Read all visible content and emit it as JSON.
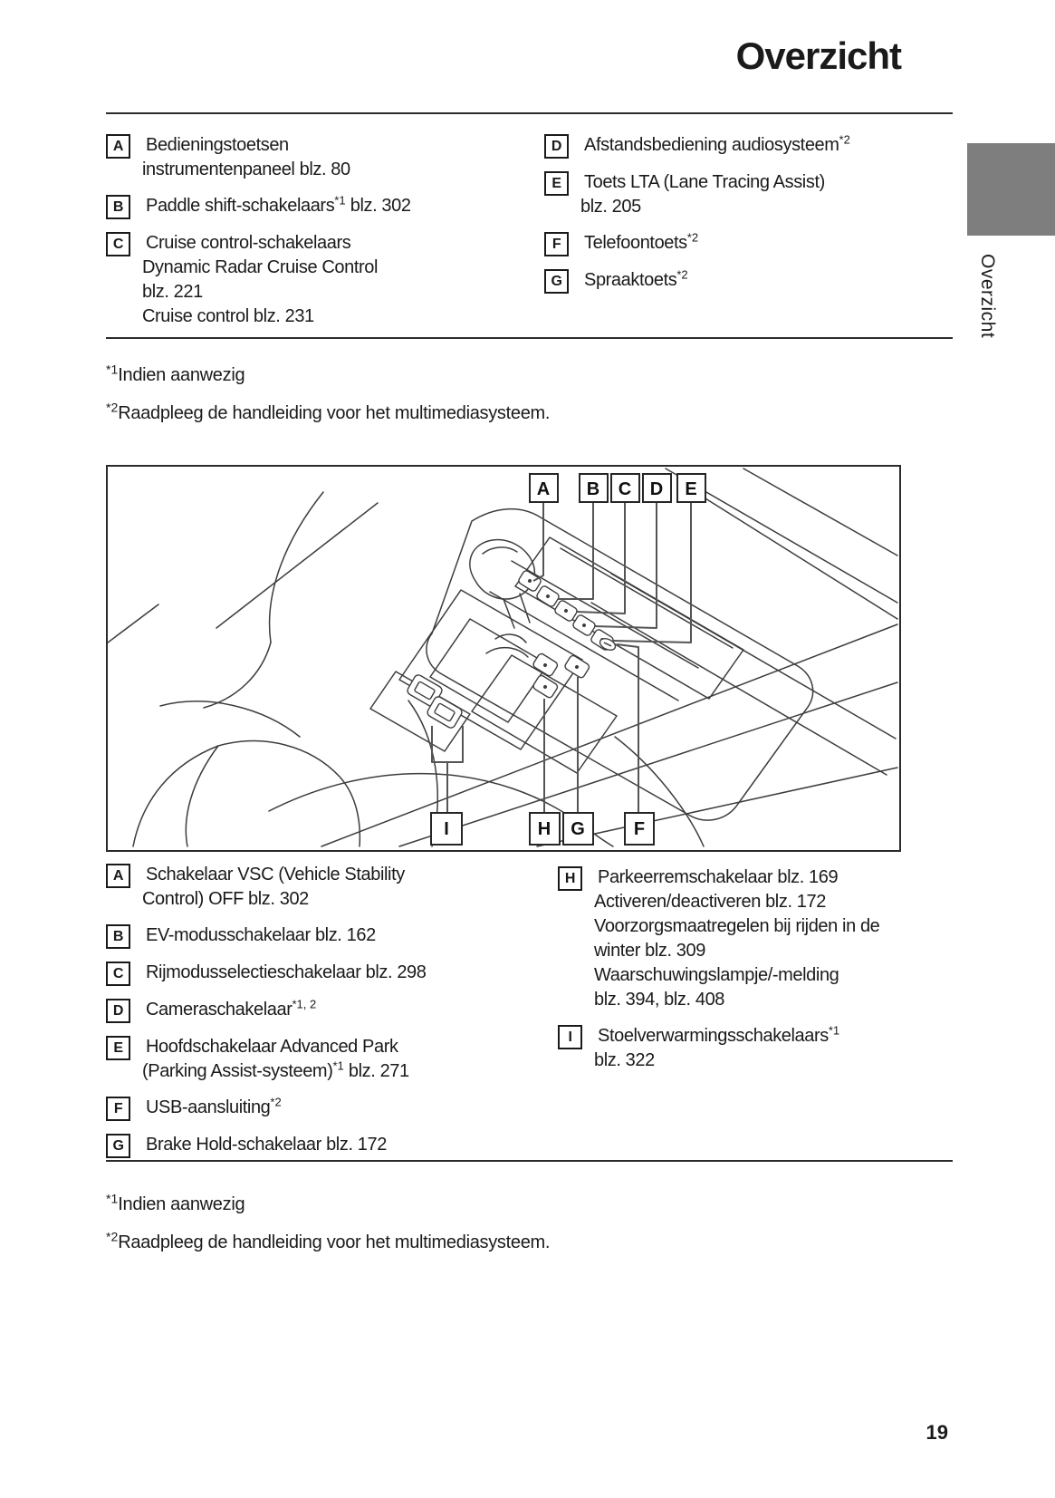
{
  "header": {
    "title": "Overzicht"
  },
  "sidebar": {
    "label": "Overzicht",
    "block_color": "#7e7e7e"
  },
  "footer": {
    "page_number": "19"
  },
  "legend_top": {
    "left": [
      {
        "key": "A",
        "lines": [
          [
            {
              "t": "Bedieningstoetsen"
            }
          ],
          [
            {
              "t": "instrumentenpaneel blz. 80"
            }
          ]
        ]
      },
      {
        "key": "B",
        "lines": [
          [
            {
              "t": "Paddle shift-schakelaars"
            },
            {
              "sup": "*1"
            },
            {
              "t": " blz. 302"
            }
          ]
        ]
      },
      {
        "key": "C",
        "lines": [
          [
            {
              "t": "Cruise control-schakelaars"
            }
          ],
          [
            {
              "t": "Dynamic Radar Cruise Control"
            }
          ],
          [
            {
              "t": "blz. 221"
            }
          ],
          [
            {
              "t": "Cruise control blz. 231"
            }
          ]
        ]
      }
    ],
    "right": [
      {
        "key": "D",
        "lines": [
          [
            {
              "t": "Afstandsbediening audiosysteem"
            },
            {
              "sup": "*2"
            }
          ]
        ]
      },
      {
        "key": "E",
        "lines": [
          [
            {
              "t": "Toets LTA (Lane Tracing Assist)"
            }
          ],
          [
            {
              "t": "blz. 205"
            }
          ]
        ]
      },
      {
        "key": "F",
        "lines": [
          [
            {
              "t": "Telefoontoets"
            },
            {
              "sup": "*2"
            }
          ]
        ]
      },
      {
        "key": "G",
        "lines": [
          [
            {
              "t": "Spraaktoets"
            },
            {
              "sup": "*2"
            }
          ]
        ]
      }
    ]
  },
  "footnotes_top": [
    [
      {
        "sup": "*1"
      },
      {
        "t": "Indien aanwezig"
      }
    ],
    [
      {
        "sup": "*2"
      },
      {
        "t": "Raadpleeg de handleiding voor het multimediasysteem."
      }
    ]
  ],
  "figure": {
    "top_labels": [
      "A",
      "B",
      "C",
      "D",
      "E"
    ],
    "bottom_labels": [
      "I",
      "H",
      "G",
      "F"
    ]
  },
  "legend_bottom": {
    "left": [
      {
        "key": "A",
        "lines": [
          [
            {
              "t": "Schakelaar VSC (Vehicle Stability"
            }
          ],
          [
            {
              "t": "Control) OFF blz. 302"
            }
          ]
        ]
      },
      {
        "key": "B",
        "lines": [
          [
            {
              "t": "EV-modusschakelaar blz. 162"
            }
          ]
        ]
      },
      {
        "key": "C",
        "lines": [
          [
            {
              "t": "Rijmodusselectieschakelaar blz. 298"
            }
          ]
        ]
      },
      {
        "key": "D",
        "lines": [
          [
            {
              "t": "Cameraschakelaar"
            },
            {
              "sup": "*1, 2"
            }
          ]
        ]
      },
      {
        "key": "E",
        "lines": [
          [
            {
              "t": "Hoofdschakelaar Advanced Park"
            }
          ],
          [
            {
              "t": "(Parking Assist-systeem)"
            },
            {
              "sup": "*1"
            },
            {
              "t": " blz. 271"
            }
          ]
        ]
      },
      {
        "key": "F",
        "lines": [
          [
            {
              "t": "USB-aansluiting"
            },
            {
              "sup": "*2"
            }
          ]
        ]
      },
      {
        "key": "G",
        "lines": [
          [
            {
              "t": "Brake Hold-schakelaar blz. 172"
            }
          ]
        ]
      }
    ],
    "right": [
      {
        "key": "H",
        "lines": [
          [
            {
              "t": "Parkeerremschakelaar blz. 169"
            }
          ],
          [
            {
              "t": "Activeren/deactiveren blz. 172"
            }
          ],
          [
            {
              "t": "Voorzorgsmaatregelen bij rijden in de"
            }
          ],
          [
            {
              "t": "winter blz. 309"
            }
          ],
          [
            {
              "t": "Waarschuwingslampje/-melding"
            }
          ],
          [
            {
              "t": "blz. 394, blz. 408"
            }
          ]
        ]
      },
      {
        "key": "I",
        "lines": [
          [
            {
              "t": "Stoelverwarmingsschakelaars"
            },
            {
              "sup": "*1"
            }
          ],
          [
            {
              "t": "blz. 322"
            }
          ]
        ]
      }
    ]
  },
  "footnotes_bottom": [
    [
      {
        "sup": "*1"
      },
      {
        "t": "Indien aanwezig"
      }
    ],
    [
      {
        "sup": "*2"
      },
      {
        "t": "Raadpleeg de handleiding voor het multimediasysteem."
      }
    ]
  ]
}
